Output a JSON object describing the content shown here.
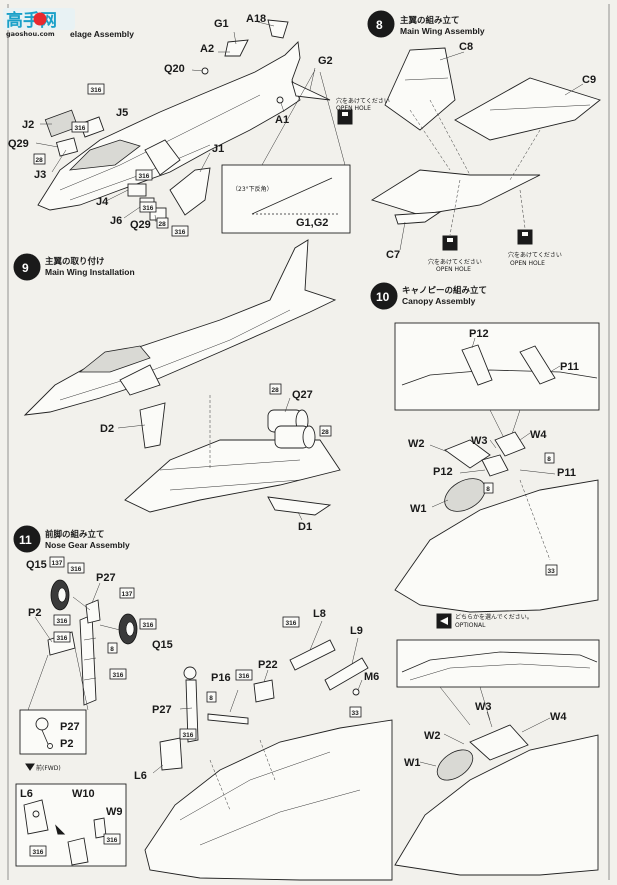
{
  "watermark": {
    "glyphs": "高手网",
    "url": "gaoshou.com"
  },
  "steps": {
    "s7": {
      "title_en": "elage Assembly"
    },
    "s8": {
      "number": "8",
      "title_jp": "主翼の組み立て",
      "title_en": "Main Wing Assembly"
    },
    "s9": {
      "number": "9",
      "title_jp": "主翼の取り付け",
      "title_en": "Main Wing Installation"
    },
    "s10": {
      "number": "10",
      "title_jp": "キャノピーの組み立て",
      "title_en": "Canopy Assembly"
    },
    "s11": {
      "number": "11",
      "title_jp": "前脚の組み立て",
      "title_en": "Nose Gear Assembly"
    }
  },
  "notes": {
    "open_hole_jp": "穴をあけてください",
    "open_hole_en": "OPEN HOLE",
    "dihedral": "（23°下反角）",
    "forward": "前(FWD)",
    "optional_jp": "どちらかを選んでください。",
    "optional_en": "OPTIONAL"
  },
  "parts": {
    "A18": "A18",
    "G1": "G1",
    "A2": "A2",
    "Q20": "Q20",
    "G2": "G2",
    "A1": "A1",
    "J2": "J2",
    "J5": "J5",
    "Q29": "Q29",
    "J3": "J3",
    "J1": "J1",
    "J4": "J4",
    "J6": "J6",
    "G1G2": "G1,G2",
    "C8": "C8",
    "C9": "C9",
    "C7": "C7",
    "D2": "D2",
    "Q27": "Q27",
    "D1": "D1",
    "P12": "P12",
    "P11": "P11",
    "W1": "W1",
    "W2": "W2",
    "W3": "W3",
    "W4": "W4",
    "Q15": "Q15",
    "P27": "P27",
    "P2": "P2",
    "L8": "L8",
    "L9": "L9",
    "M6": "M6",
    "P16": "P16",
    "P22": "P22",
    "L6": "L6",
    "W10": "W10",
    "W9": "W9"
  },
  "codes": {
    "c316": "316",
    "c28": "28",
    "c8": "8",
    "c33": "33",
    "c137": "137"
  }
}
